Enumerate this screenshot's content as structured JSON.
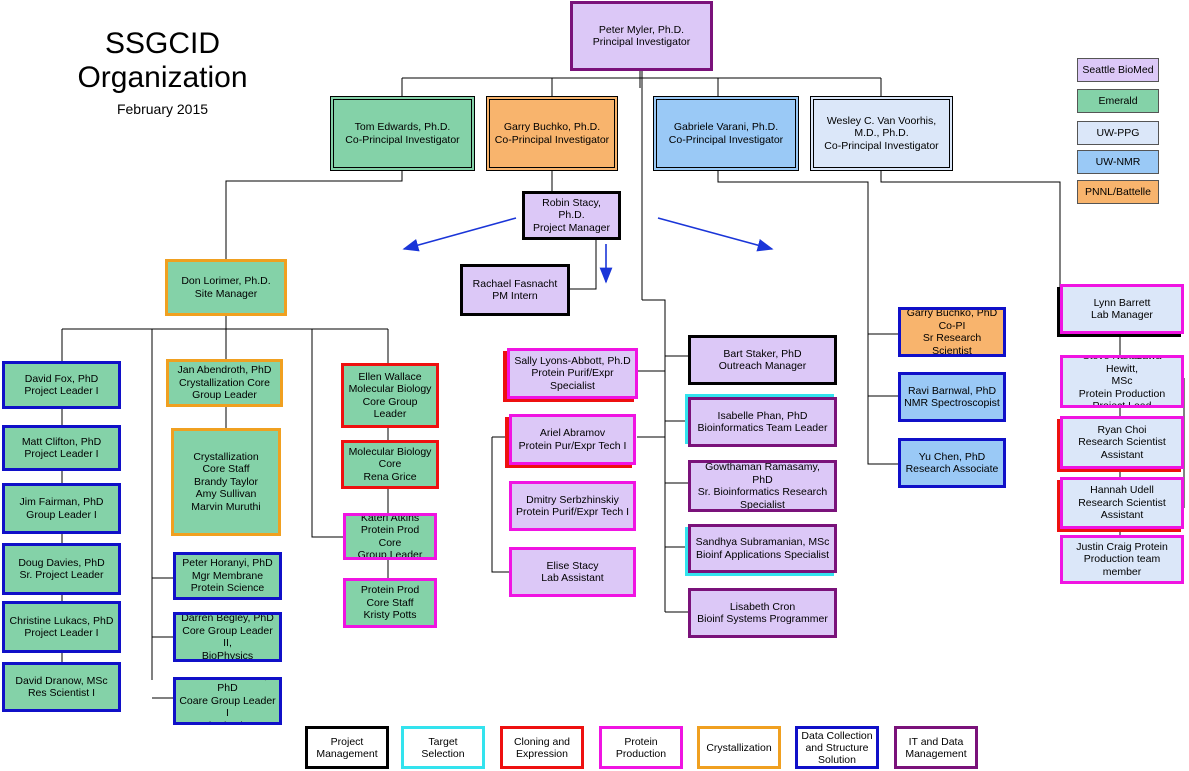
{
  "title": {
    "line1": "SSGCID",
    "line2": "Organization",
    "date": "February 2015"
  },
  "colors": {
    "purple": "#dcc8f7",
    "green": "#84d2a8",
    "orange": "#f8b46d",
    "lightblue": "#dbe7f9",
    "blue": "#9ac9f6",
    "border_black": "#000000",
    "border_cyan": "#33e3ee",
    "border_red": "#ee1010",
    "border_magenta": "#f014e2",
    "border_orange": "#f0a020",
    "border_navy": "#1010c8",
    "border_purple": "#7a127a"
  },
  "institution_legend": [
    {
      "label": "Seattle BioMed",
      "color": "#dcc8f7"
    },
    {
      "label": "Emerald",
      "color": "#84d2a8"
    },
    {
      "label": "UW-PPG",
      "color": "#dbe7f9"
    },
    {
      "label": "UW-NMR",
      "color": "#9ac9f6"
    },
    {
      "label": "PNNL/Battelle",
      "color": "#f8b46d"
    }
  ],
  "role_legend": [
    {
      "label": "Project\nManagement",
      "color": "#000000"
    },
    {
      "label": "Target Selection",
      "color": "#33e3ee"
    },
    {
      "label": "Cloning and\nExpression",
      "color": "#ee1010"
    },
    {
      "label": "Protein\nProduction",
      "color": "#f014e2"
    },
    {
      "label": "Crystallization",
      "color": "#f0a020"
    },
    {
      "label": "Data Collection\nand Structure\nSolution",
      "color": "#1010c8"
    },
    {
      "label": "IT and Data\nManagement",
      "color": "#7a127a"
    }
  ],
  "people": {
    "myler": {
      "lines": [
        "Peter Myler, Ph.D.",
        "Principal Investigator"
      ]
    },
    "edwards": {
      "lines": [
        "Tom Edwards, Ph.D.",
        "Co-Principal Investigator"
      ]
    },
    "buchko": {
      "lines": [
        "Garry Buchko, Ph.D.",
        "Co-Principal Investigator"
      ]
    },
    "varani": {
      "lines": [
        "Gabriele Varani, Ph.D.",
        "Co-Principal Investigator"
      ]
    },
    "voorhis": {
      "lines": [
        "Wesley C. Van Voorhis,",
        "M.D., Ph.D.",
        "Co-Principal Investigator"
      ]
    },
    "stacy": {
      "lines": [
        "Robin Stacy, Ph.D.",
        "Project Manager"
      ]
    },
    "fasnacht": {
      "lines": [
        "Rachael Fasnacht",
        "PM Intern"
      ]
    },
    "lorimer": {
      "lines": [
        "Don Lorimer, Ph.D.",
        "Site Manager"
      ]
    },
    "fox": {
      "lines": [
        "David Fox, PhD",
        "Project Leader I"
      ]
    },
    "clifton": {
      "lines": [
        "Matt Clifton, PhD",
        "Project Leader I"
      ]
    },
    "fairman": {
      "lines": [
        "Jim Fairman, PhD",
        "Group Leader I"
      ]
    },
    "davies": {
      "lines": [
        "Doug Davies, PhD",
        "Sr. Project Leader"
      ]
    },
    "lukacs": {
      "lines": [
        "Christine Lukacs, PhD",
        "Project Leader I"
      ]
    },
    "dranow": {
      "lines": [
        "David Dranow, MSc",
        "Res Scientist I"
      ]
    },
    "abendroth": {
      "lines": [
        "Jan Abendroth, PhD",
        "Crystallization Core",
        "Group Leader"
      ]
    },
    "cryst_staff": {
      "lines": [
        "Crystallization",
        "Core Staff",
        "Brandy Taylor",
        "Amy Sullivan",
        "Marvin Muruthi"
      ]
    },
    "horanyi": {
      "lines": [
        "Peter Horanyi, PhD",
        "Mgr Membrane",
        "Protein Science"
      ]
    },
    "begley": {
      "lines": [
        "Darren Begley, PhD",
        "Core Group Leader II,",
        "BioPhysics"
      ]
    },
    "godin": {
      "lines": [
        "Katherine Godin, PhD",
        "Coare Group Leader I",
        "BioPhysics"
      ]
    },
    "wallace": {
      "lines": [
        "Ellen Wallace",
        "Molecular Biology",
        "Core Group Leader"
      ]
    },
    "grice": {
      "lines": [
        "Molecular Biology",
        "Core",
        "Rena Grice"
      ]
    },
    "atkins": {
      "lines": [
        "Kateri Atkins",
        "Protein Prod Core",
        "Group Leader"
      ]
    },
    "potts": {
      "lines": [
        "Protein Prod",
        "Core Staff",
        "Kristy Potts"
      ]
    },
    "lyons": {
      "lines": [
        "Sally Lyons-Abbott, Ph.D",
        "Protein Purif/Expr",
        "Specialist"
      ]
    },
    "abramov": {
      "lines": [
        "Ariel Abramov",
        "Protein Pur/Expr Tech I"
      ]
    },
    "serbzhinskiy": {
      "lines": [
        "Dmitry Serbzhinskiy",
        "Protein Purif/Expr Tech I"
      ]
    },
    "estacy": {
      "lines": [
        "Elise Stacy",
        "Lab Assistant"
      ]
    },
    "staker": {
      "lines": [
        "Bart Staker, PhD",
        "Outreach Manager"
      ]
    },
    "phan": {
      "lines": [
        "Isabelle Phan, PhD",
        "Bioinformatics Team Leader"
      ]
    },
    "ramasamy": {
      "lines": [
        "Gowthaman Ramasamy, PhD",
        "Sr. Bioinformatics Research",
        "Specialist"
      ]
    },
    "subramanian": {
      "lines": [
        "Sandhya Subramanian, MSc",
        "Bioinf Applications Specialist"
      ]
    },
    "cron": {
      "lines": [
        "Lisabeth Cron",
        "Bioinf Systems Programmer"
      ]
    },
    "buchko2": {
      "lines": [
        "Garry Buchko, PhD",
        "Co-PI",
        "Sr Research Scientist"
      ]
    },
    "barnwal": {
      "lines": [
        "Ravi Barnwal, PhD",
        "NMR Spectroscopist"
      ]
    },
    "chen": {
      "lines": [
        "Yu Chen, PhD",
        "Research Associate"
      ]
    },
    "barrett": {
      "lines": [
        "Lynn Barrett",
        "Lab Manager"
      ]
    },
    "hewitt": {
      "lines": [
        "Steve Nakazawa Hewitt,",
        "MSc",
        "Protein Production",
        "Project Lead"
      ]
    },
    "choi": {
      "lines": [
        "Ryan Choi",
        "Research Scientist",
        "Assistant"
      ]
    },
    "udell": {
      "lines": [
        "Hannah Udell",
        "Research Scientist",
        "Assistant"
      ]
    },
    "craig": {
      "lines": [
        "Justin Craig Protein",
        "Production team",
        "member"
      ]
    }
  }
}
